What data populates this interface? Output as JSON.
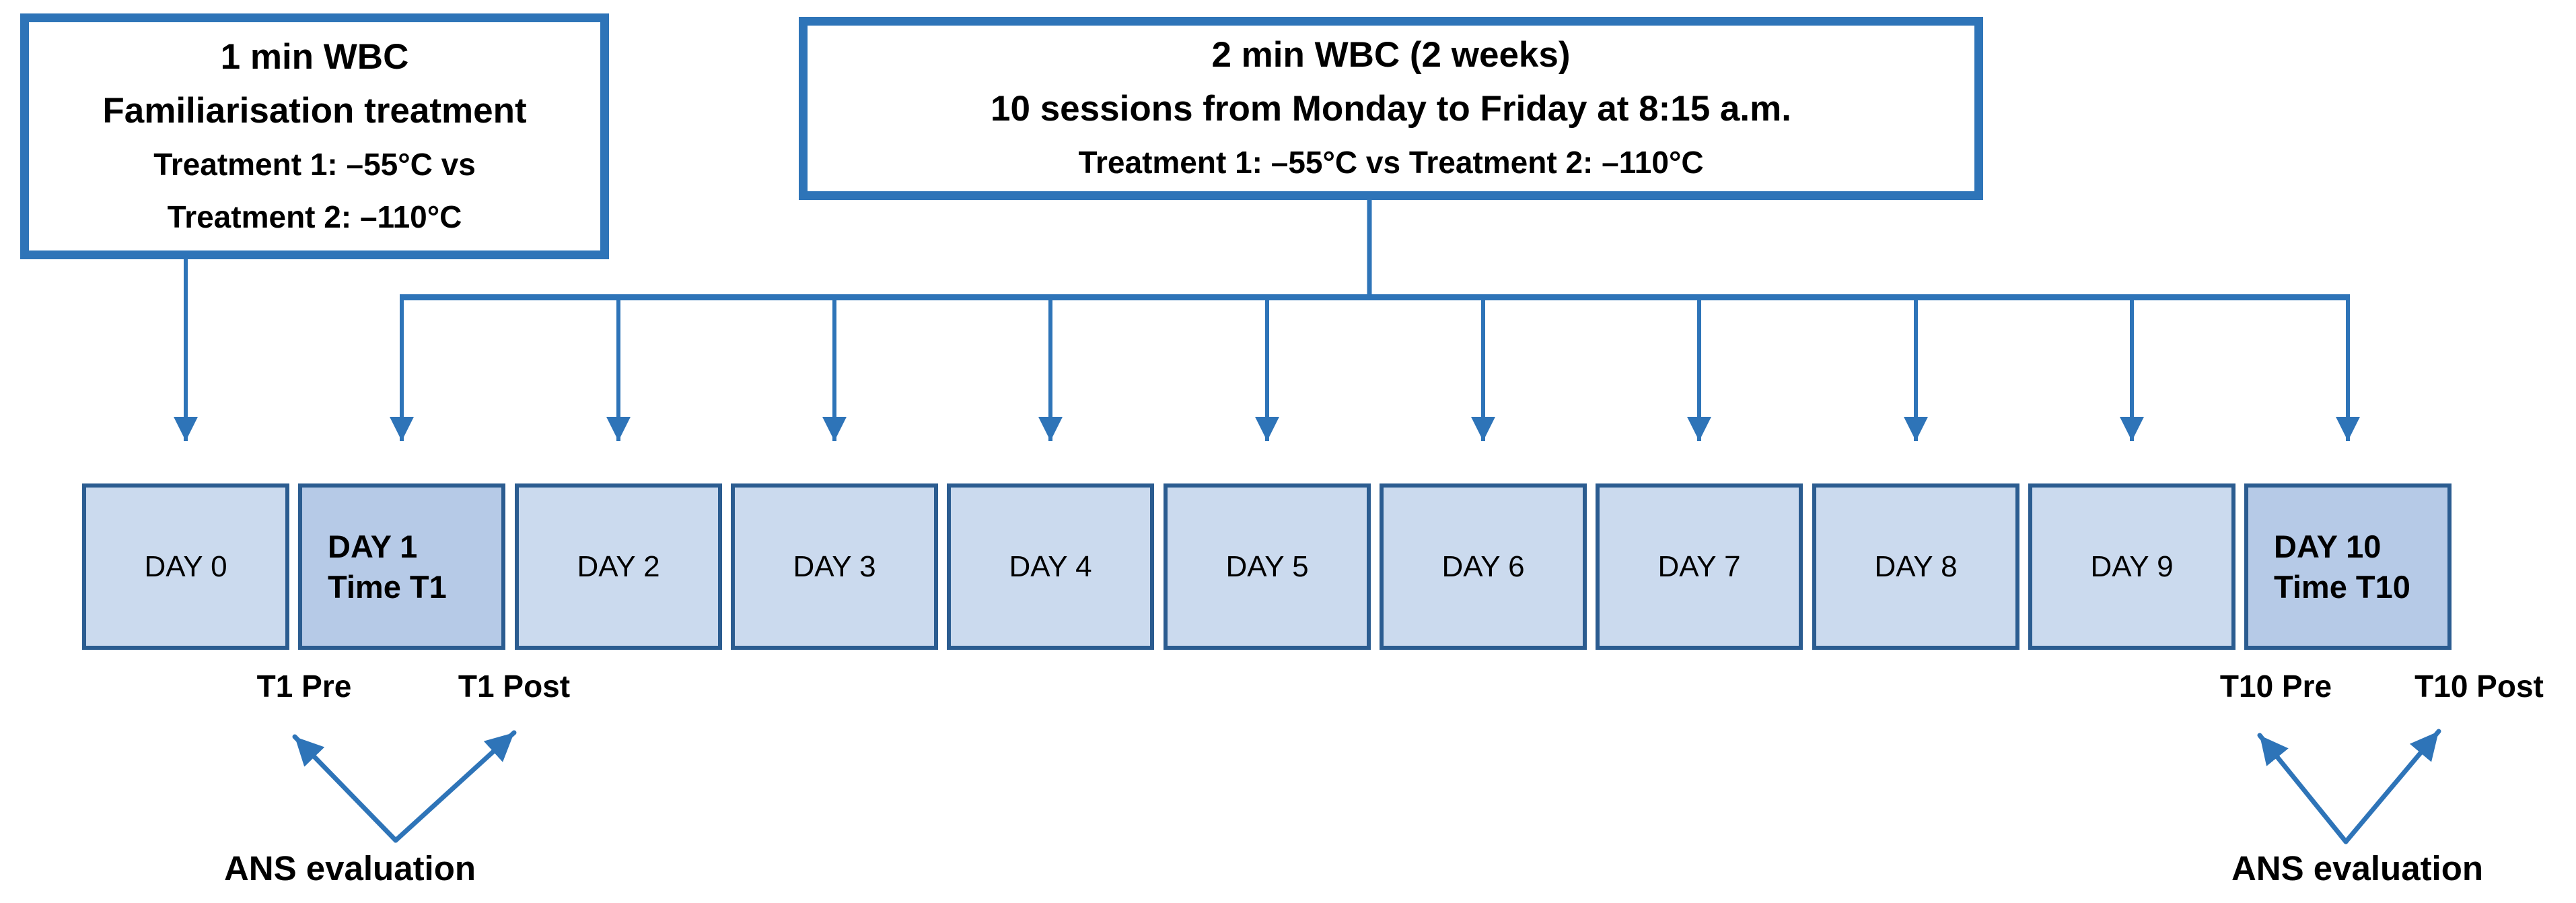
{
  "colors": {
    "accent": "#2E74B8",
    "day-border": "#2B5C90",
    "day-fill": "#CBDAEE",
    "day-fill-highlight": "#B6CAE7",
    "text": "#000000"
  },
  "boxes": {
    "familiarisation": {
      "lines": [
        "1 min WBC",
        "Familiarisation treatment",
        "Treatment 1: –55°C vs",
        "Treatment 2: –110°C"
      ]
    },
    "main_protocol": {
      "lines": [
        "2 min WBC (2 weeks)",
        "10 sessions from Monday to Friday at 8:15 a.m.",
        "Treatment 1: –55°C vs Treatment 2: –110°C"
      ]
    }
  },
  "days": [
    {
      "label": "DAY 0"
    },
    {
      "label": "DAY 1",
      "sub": "Time T1"
    },
    {
      "label": "DAY 2"
    },
    {
      "label": "DAY 3"
    },
    {
      "label": "DAY 4"
    },
    {
      "label": "DAY 5"
    },
    {
      "label": "DAY 6"
    },
    {
      "label": "DAY 7"
    },
    {
      "label": "DAY 8"
    },
    {
      "label": "DAY 9"
    },
    {
      "label": "DAY 10",
      "sub": "Time T10"
    }
  ],
  "evaluation": {
    "t1_pre": "T1 Pre",
    "t1_post": "T1 Post",
    "t10_pre": "T10 Pre",
    "t10_post": "T10 Post",
    "ans_left": "ANS evaluation",
    "ans_right": "ANS evaluation"
  }
}
